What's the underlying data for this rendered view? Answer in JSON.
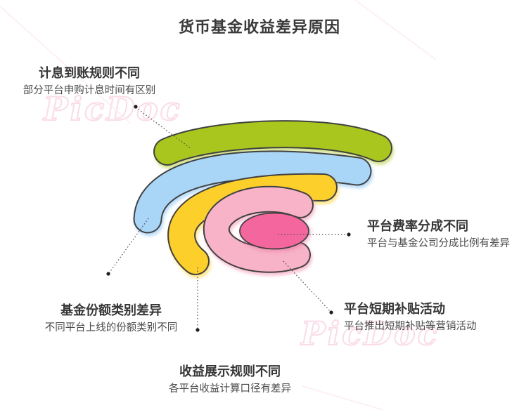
{
  "title": "货币基金收益差异原因",
  "watermark": {
    "text": "PicDoc"
  },
  "colors": {
    "outline": "#414141",
    "connector": "#4a4a4a",
    "dot": "#1f1f1f",
    "watermark_stroke": "#fadce8",
    "title_text": "#3a3a3a"
  },
  "arcs": [
    {
      "name": "outer-green-arc",
      "color": "#a8c61d"
    },
    {
      "name": "blue-arc",
      "color": "#a9d5f7"
    },
    {
      "name": "yellow-arc",
      "color": "#fccf2b"
    },
    {
      "name": "inner-pink-arc",
      "color": "#f8b3c8"
    },
    {
      "name": "center-ellipse",
      "color": "#f4679e"
    }
  ],
  "callouts": [
    {
      "heading": "计息到账规则不同",
      "sub": "部分平台申购计息时间有区别"
    },
    {
      "heading": "基金份额类别差异",
      "sub": "不同平台上线的份额类别不同"
    },
    {
      "heading": "收益展示规则不同",
      "sub": "各平台收益计算口径有差异"
    },
    {
      "heading": "平台费率分成不同",
      "sub": "平台与基金公司分成比例有差异"
    },
    {
      "heading": "平台短期补贴活动",
      "sub": "平台推出短期补贴等营销活动"
    }
  ]
}
